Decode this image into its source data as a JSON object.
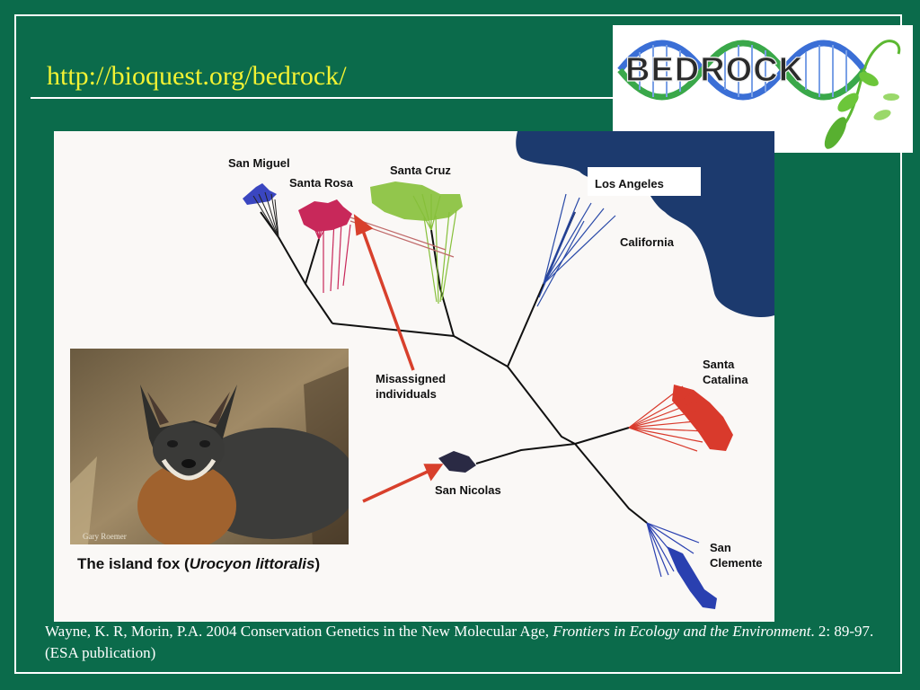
{
  "slide": {
    "url": "http://bioquest.org/bedrock/",
    "logo_text": "BEDROCK"
  },
  "figure": {
    "labels": {
      "san_miguel": "San Miguel",
      "santa_rosa": "Santa Rosa",
      "santa_cruz": "Santa Cruz",
      "los_angeles": "Los Angeles",
      "california": "California",
      "santa_catalina_1": "Santa",
      "santa_catalina_2": "Catalina",
      "misassigned_1": "Misassigned",
      "misassigned_2": "individuals",
      "san_nicolas": "San Nicolas",
      "san_clemente_1": "San",
      "san_clemente_2": "Clemente"
    },
    "photo_credit": "Gary Roemer",
    "caption_prefix": "The island fox (",
    "caption_species": "Urocyon littoralis",
    "caption_suffix": ")",
    "colors": {
      "san_miguel": "#3a46c0",
      "santa_rosa": "#c8285a",
      "santa_cruz": "#86c03a",
      "catalina": "#d93a2c",
      "mainland": "#1c3a6e",
      "arrow": "#d8402c"
    }
  },
  "citation": {
    "authors_year_title": "Wayne, K. R, Morin, P.A. 2004 Conservation Genetics in the New Molecular Age, ",
    "journal": "Frontiers in Ecology and the Environment",
    "volume_pages": ". 2: 89-97. (ESA publication)"
  }
}
